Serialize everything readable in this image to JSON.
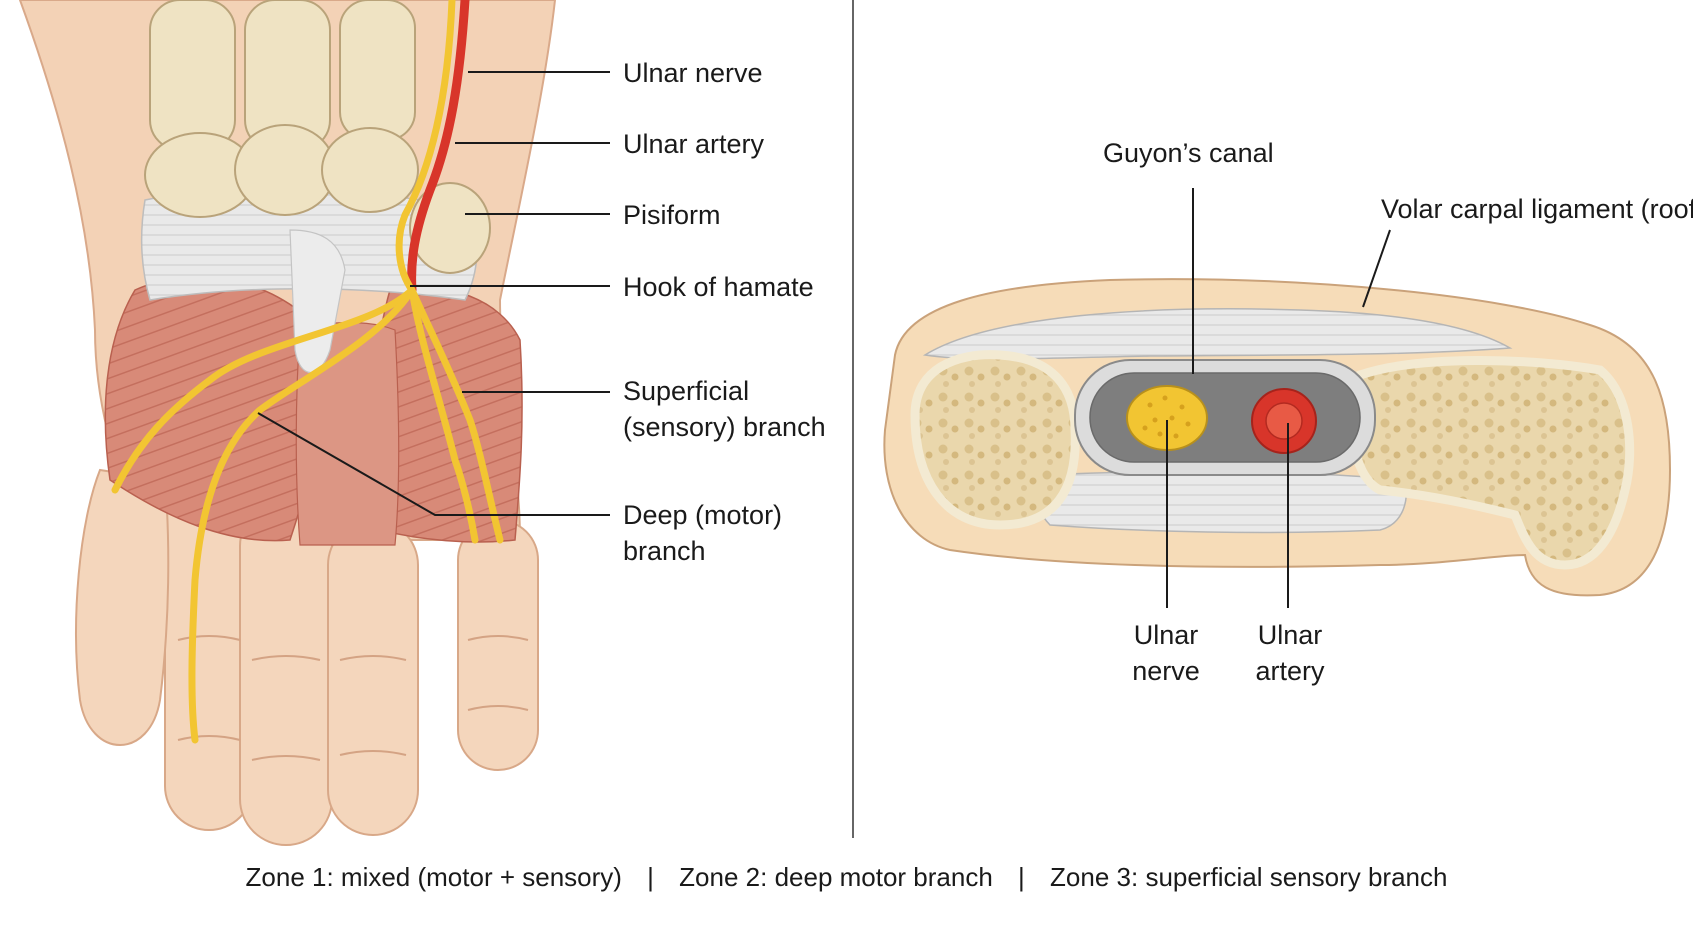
{
  "left_panel": {
    "labels": {
      "ulnar_nerve": "Ulnar nerve",
      "ulnar_artery": "Ulnar artery",
      "pisiform": "Pisiform",
      "hook_of_hamate": "Hook of hamate",
      "superficial_line1": "Superficial",
      "superficial_line2": "(sensory) branch",
      "deep_line1": "Deep (motor)",
      "deep_line2": "branch"
    }
  },
  "right_panel": {
    "labels": {
      "guyons_canal": "Guyon’s canal",
      "volar_ligament": "Volar carpal ligament (roof)",
      "nerve_line1": "Ulnar",
      "nerve_line2": "nerve",
      "artery_line1": "Ulnar",
      "artery_line2": "artery"
    }
  },
  "zones": {
    "zone1": "Zone 1: mixed (motor + sensory)",
    "separator": "|",
    "zone2": "Zone 2: deep motor branch",
    "zone3": "Zone 3:  superficial sensory branch"
  },
  "colors": {
    "skin": "#f3d2b6",
    "muscle": "#d98a78",
    "bone": "#efe3c3",
    "nerve": "#f2c532",
    "artery": "#d8352a",
    "ligament": "#e6e6e6"
  }
}
